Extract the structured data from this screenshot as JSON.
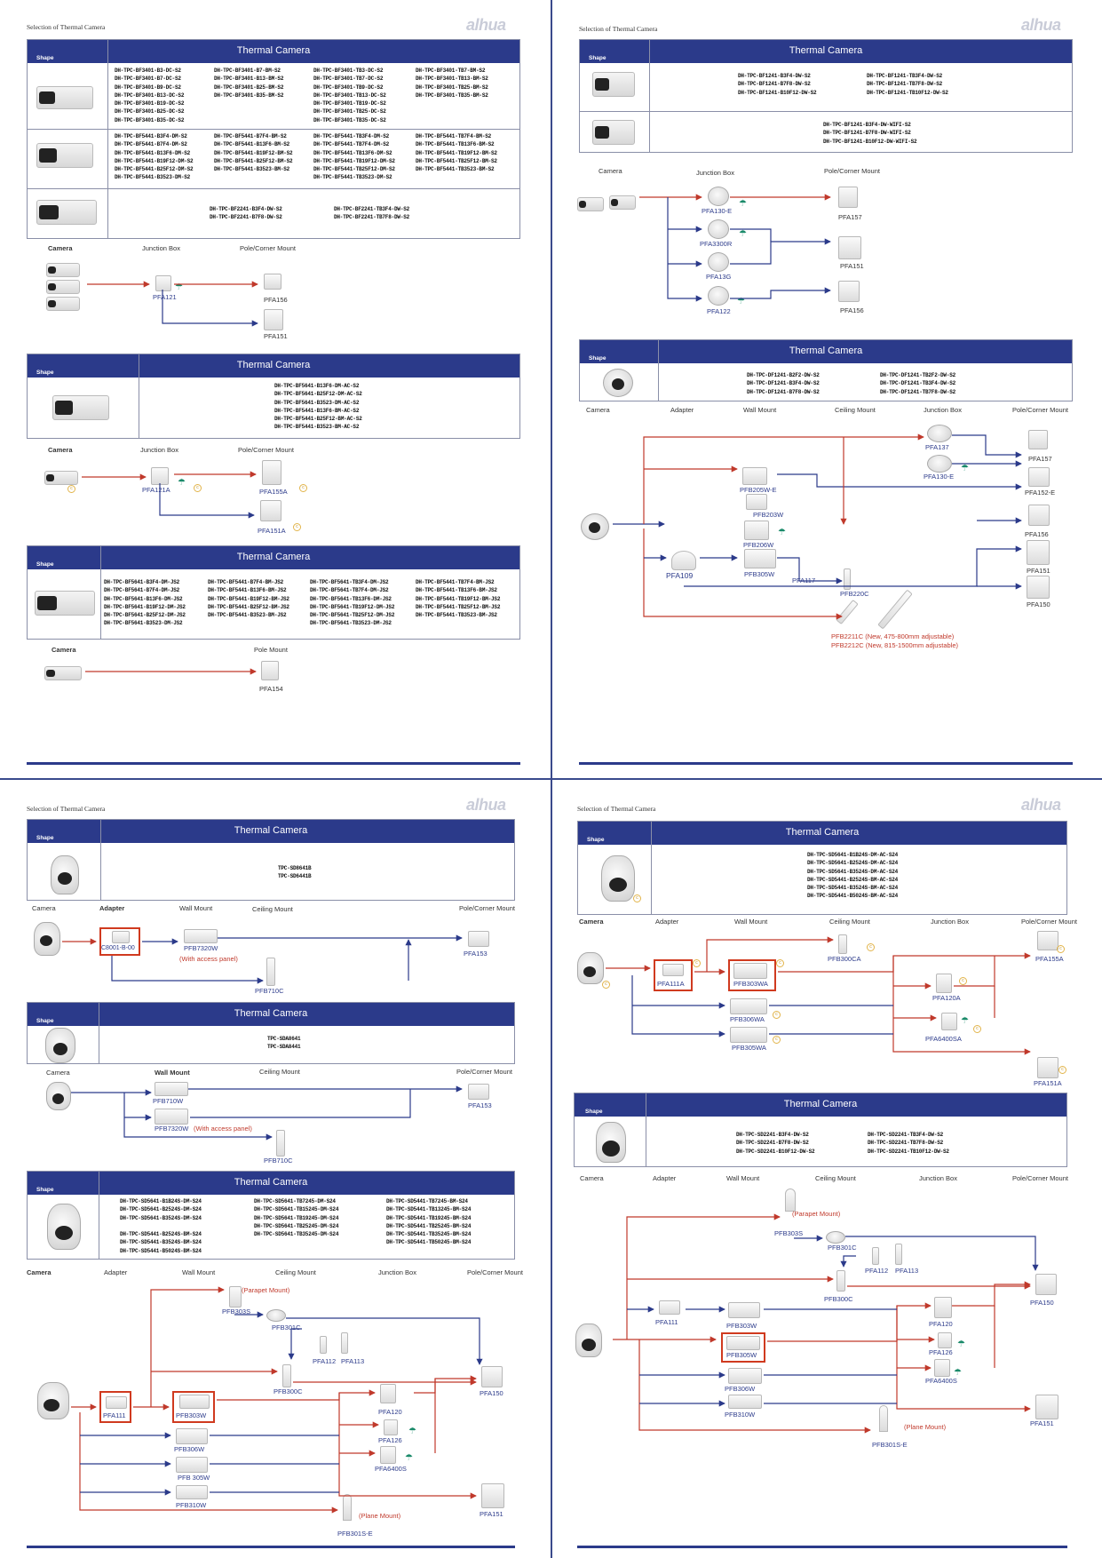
{
  "common": {
    "section_title": "Selection of Thermal Camera",
    "logo": "alhua",
    "table_title": "Thermal Camera",
    "shape_label": "Shape"
  },
  "p1": {
    "t1": {
      "r1": {
        "c1": "DH-TPC-BF3401-B3-DC-S2\nDH-TPC-BF3401-B7-DC-S2\nDH-TPC-BF3401-B9-DC-S2\nDH-TPC-BF3401-B13-DC-S2\nDH-TPC-BF3401-B19-DC-S2\nDH-TPC-BF3401-B25-DC-S2\nDH-TPC-BF3401-B35-DC-S2",
        "c2": "DH-TPC-BF3401-B7-BM-S2\nDH-TPC-BF3401-B13-BM-S2\nDH-TPC-BF3401-B25-BM-S2\nDH-TPC-BF3401-B35-BM-S2",
        "c3": "DH-TPC-BF3401-TB3-DC-S2\nDH-TPC-BF3401-TB7-DC-S2\nDH-TPC-BF3401-TB9-DC-S2\nDH-TPC-BF3401-TB13-DC-S2\nDH-TPC-BF3401-TB19-DC-S2\nDH-TPC-BF3401-TB25-DC-S2\nDH-TPC-BF3401-TB35-DC-S2",
        "c4": "DH-TPC-BF3401-TB7-BM-S2\nDH-TPC-BF3401-TB13-BM-S2\nDH-TPC-BF3401-TB25-BM-S2\nDH-TPC-BF3401-TB35-BM-S2"
      },
      "r2": {
        "c1": "DH-TPC-BF5441-B3F4-DM-S2\nDH-TPC-BF5441-B7F4-DM-S2\nDH-TPC-BF5441-B13F6-DM-S2\nDH-TPC-BF5441-B19F12-DM-S2\nDH-TPC-BF5441-B25F12-DM-S2\nDH-TPC-BF5441-B3523-DM-S2",
        "c2": "DH-TPC-BF5441-B7F4-BM-S2\nDH-TPC-BF5441-B13F6-BM-S2\nDH-TPC-BF5441-B19F12-BM-S2\nDH-TPC-BF5441-B25F12-BM-S2\nDH-TPC-BF5441-B3523-BM-S2",
        "c3": "DH-TPC-BF5441-TB3F4-DM-S2\nDH-TPC-BF5441-TB7F4-DM-S2\nDH-TPC-BF5441-TB13F6-DM-S2\nDH-TPC-BF5441-TB19F12-DM-S2\nDH-TPC-BF5441-TB25F12-DM-S2\nDH-TPC-BF5441-TB3523-DM-S2",
        "c4": "DH-TPC-BF5441-TB7F4-BM-S2\nDH-TPC-BF5441-TB13F6-BM-S2\nDH-TPC-BF5441-TB19F12-BM-S2\nDH-TPC-BF5441-TB25F12-BM-S2\nDH-TPC-BF5441-TB3523-BM-S2"
      },
      "r3": {
        "c1": "DH-TPC-BF2241-B3F4-DW-S2\nDH-TPC-BF2241-B7F8-DW-S2",
        "c2": "DH-TPC-BF2241-TB3F4-DW-S2\nDH-TPC-BF2241-TB7F8-DW-S2"
      }
    },
    "f1": {
      "camera": "Camera",
      "jb": "Junction Box",
      "pole": "Pole/Corner Mount",
      "pfa121": "PFA121",
      "pfa156": "PFA156",
      "pfa151": "PFA151"
    },
    "t2": {
      "models": "DH-TPC-BF5641-B13F6-DM-AC-S2\nDH-TPC-BF5641-B25F12-DM-AC-S2\nDH-TPC-BF5641-B3523-DM-AC-S2\nDH-TPC-BF5441-B13F6-BM-AC-S2\nDH-TPC-BF5441-B25F12-BM-AC-S2\nDH-TPC-BF5441-B3523-BM-AC-S2"
    },
    "f2": {
      "camera": "Camera",
      "jb": "Junction Box",
      "pole": "Pole/Corner Mount",
      "pfa121a": "PFA121A",
      "pfa155a": "PFA155A",
      "pfa151a": "PFA151A"
    },
    "t3": {
      "c1": "DH-TPC-BF5641-B3F4-DM-JS2\nDH-TPC-BF5641-B7F4-DM-JS2\nDH-TPC-BF5641-B13F6-DM-JS2\nDH-TPC-BF5641-B19F12-DM-JS2\nDH-TPC-BF5641-B25F12-DM-JS2\nDH-TPC-BF5641-B3523-DM-JS2",
      "c2": "DH-TPC-BF5441-B7F4-BM-JS2\nDH-TPC-BF5441-B13F6-BM-JS2\nDH-TPC-BF5441-B19F12-BM-JS2\nDH-TPC-BF5441-B25F12-BM-JS2\nDH-TPC-BF5441-B3523-BM-JS2",
      "c3": "DH-TPC-BF5641-TB3F4-DM-JS2\nDH-TPC-BF5641-TB7F4-DM-JS2\nDH-TPC-BF5641-TB13F6-DM-JS2\nDH-TPC-BF5641-TB19F12-DM-JS2\nDH-TPC-BF5641-TB25F12-DM-JS2\nDH-TPC-BF5641-TB3523-DM-JS2",
      "c4": "DH-TPC-BF5441-TB7F4-BM-JS2\nDH-TPC-BF5441-TB13F6-BM-JS2\nDH-TPC-BF5441-TB19F12-BM-JS2\nDH-TPC-BF5441-TB25F12-BM-JS2\nDH-TPC-BF5441-TB3523-BM-JS2"
    },
    "f3": {
      "camera": "Camera",
      "pole": "Pole Mount",
      "pfa154": "PFA154"
    }
  },
  "p2": {
    "t1": {
      "r1c1": "DH-TPC-BF1241-B3F4-DW-S2\nDH-TPC-BF1241-B7F8-DW-S2\nDH-TPC-BF1241-B10F12-DW-S2",
      "r1c2": "DH-TPC-BF1241-TB3F4-DW-S2\nDH-TPC-BF1241-TB7F8-DW-S2\nDH-TPC-BF1241-TB10F12-DW-S2",
      "r2": "DH-TPC-BF1241-B3F4-DW-WIFI-S2\nDH-TPC-BF1241-B7F8-DW-WIFI-S2\nDH-TPC-BF1241-B10F12-DW-WIFI-S2"
    },
    "f1": {
      "camera": "Camera",
      "jb": "Junction Box",
      "pole": "Pole/Corner Mount",
      "pfa130e": "PFA130-E",
      "pfa3300r": "PFA3300R",
      "pfa13g": "PFA13G",
      "pfa122": "PFA122",
      "pfa157": "PFA157",
      "pfa151": "PFA151",
      "pfa156": "PFA156"
    },
    "t2": {
      "c1": "DH-TPC-DF1241-B2F2-DW-S2\nDH-TPC-DF1241-B3F4-DW-S2\nDH-TPC-DF1241-B7F8-DW-S2",
      "c2": "DH-TPC-DF1241-TB2F2-DW-S2\nDH-TPC-DF1241-TB3F4-DW-S2\nDH-TPC-DF1241-TB7F8-DW-S2"
    },
    "f2": {
      "camera": "Camera",
      "adapter": "Adapter",
      "wall": "Wall Mount",
      "ceiling": "Ceiling Mount",
      "jb": "Junction Box",
      "pole": "Pole/Corner Mount",
      "pfa137": "PFA137",
      "pfa130e": "PFA130-E",
      "pfb205we": "PFB205W-E",
      "pfb203w": "PFB203W",
      "pfb206w": "PFB206W",
      "pfa109": "PFA109",
      "pfb305w": "PFB305W",
      "pfa117": "PFA117",
      "pfb220c": "PFB220C",
      "pfa157": "PFA157",
      "pfa152e": "PFA152-E",
      "pfa156": "PFA156",
      "pfa151": "PFA151",
      "pfa150": "PFA150",
      "note1": "PFB2211C  (New, 475-800mm adjustable)",
      "note2": "PFB2212C  (New, 815-1500mm adjustable)"
    }
  },
  "p3": {
    "t1": {
      "models": "TPC-SD8641B\nTPC-SD6441B"
    },
    "f1": {
      "camera": "Camera",
      "adapter": "Adapter",
      "wall": "Wall Mount",
      "ceiling": "Ceiling Mount",
      "pole": "Pole/Corner Mount",
      "adapter_part": "C8001-B-00",
      "pfb7320w": "PFB7320W",
      "access": "(With access panel)",
      "pfb710c": "PFB710C",
      "pfa153": "PFA153"
    },
    "t2": {
      "models": "TPC-SDA8641\nTPC-SDA8441"
    },
    "f2": {
      "camera": "Camera",
      "wall": "Wall Mount",
      "ceiling": "Ceiling Mount",
      "pole": "Pole/Corner Mount",
      "pfb710w": "PFB710W",
      "pfb7320w": "PFB7320W",
      "access": "(With access panel)",
      "pfb710c": "PFB710C",
      "pfa153": "PFA153"
    },
    "t3": {
      "c1": "DH-TPC-SD5641-B1B24S-DM-S24\nDH-TPC-SD5641-B2524S-DM-S24\nDH-TPC-SD5641-B3524S-DM-S24\n\nDH-TPC-SD5441-B2524S-BM-S24\nDH-TPC-SD5441-B3524S-BM-S24\nDH-TPC-SD5441-B5024S-BM-S24",
      "c2": "DH-TPC-SD5641-TB7245-DM-S24\nDH-TPC-SD5641-TB15245-DM-S24\nDH-TPC-SD5641-TB19245-DM-S24\nDH-TPC-SD5641-TB25245-DM-S24\nDH-TPC-SD5641-TB35245-DM-S24",
      "c3": "DH-TPC-SD5441-TB7245-BM-S24\nDH-TPC-SD5441-TB13245-BM-S24\nDH-TPC-SD5441-TB19245-BM-S24\nDH-TPC-SD5441-TB25245-BM-S24\nDH-TPC-SD5441-TB35245-BM-S24\nDH-TPC-SD5441-TB50245-BM-S24"
    },
    "f3": {
      "camera": "Camera",
      "adapter": "Adapter",
      "wall": "Wall Mount",
      "ceiling": "Ceiling Mount",
      "jb": "Junction Box",
      "pole": "Pole/Corner Mount",
      "parapet": "(Parapet Mount)",
      "pfb303s": "PFB303S",
      "pfb301c": "PFB301C",
      "pfa112": "PFA112",
      "pfa113": "PFA113",
      "pfb300c": "PFB300C",
      "pfa111": "PFA111",
      "pfb303w": "PFB303W",
      "pfb306w": "PFB306W",
      "pfb305w": "PFB 305W",
      "pfb310w": "PFB310W",
      "pfa120": "PFA120",
      "pfa126": "PFA126",
      "pfa6400s": "PFA6400S",
      "pfa150": "PFA150",
      "pfa151": "PFA151",
      "plane": "(Plane Mount)",
      "pfb301se": "PFB301S-E"
    }
  },
  "p4": {
    "t1": {
      "models": "DH-TPC-SD5641-B1B24S-DM-AC-S24\nDH-TPC-SD5641-B2524S-DM-AC-S24\nDH-TPC-SD5641-B3524S-DM-AC-S24\nDH-TPC-SD5441-B2524S-BM-AC-S24\nDH-TPC-SD5441-B3524S-BM-AC-S24\nDH-TPC-SD5441-B5024S-BM-AC-S24"
    },
    "f1": {
      "camera": "Camera",
      "adapter": "Adapter",
      "wall": "Wall Mount",
      "ceiling": "Ceiling Mount",
      "jb": "Junction Box",
      "pole": "Pole/Corner Mount",
      "pfa111a": "PFA111A",
      "pfb303wa": "PFB303WA",
      "pfb306wa": "PFB306WA",
      "pfb305wa": "PFB305WA",
      "pfb300ca": "PFB300CA",
      "pfa120a": "PFA120A",
      "pfa6400sa": "PFA6400SA",
      "pfa155a": "PFA155A",
      "pfa151a": "PFA151A"
    },
    "t2": {
      "c1": "DH-TPC-SD2241-B3F4-DW-S2\nDH-TPC-SD2241-B7F8-DW-S2\nDH-TPC-SD2241-B10F12-DW-S2",
      "c2": "DH-TPC-SD2241-TB3F4-DW-S2\nDH-TPC-SD2241-TB7F8-DW-S2\nDH-TPC-SD2241-TB10F12-DW-S2"
    },
    "f2": {
      "camera": "Camera",
      "adapter": "Adapter",
      "wall": "Wall Mount",
      "ceiling": "Ceiling Mount",
      "jb": "Junction Box",
      "pole": "Pole/Corner Mount",
      "parapet": "(Parapet Mount)",
      "pfb303s": "PFB303S",
      "pfb301c": "PFB301C",
      "pfa112": "PFA112",
      "pfa113": "PFA113",
      "pfb300c": "PFB300C",
      "pfa111": "PFA111",
      "pfb303w": "PFB303W",
      "pfb305w": "PFB305W",
      "pfb306w": "PFB306W",
      "pfb310w": "PFB310W",
      "pfa120": "PFA120",
      "pfa126": "PFA126",
      "pfa6400s": "PFA6400S",
      "pfa150": "PFA150",
      "pfa151": "PFA151",
      "plane": "(Plane Mount)",
      "pfb301se": "PFB301S-E"
    }
  }
}
